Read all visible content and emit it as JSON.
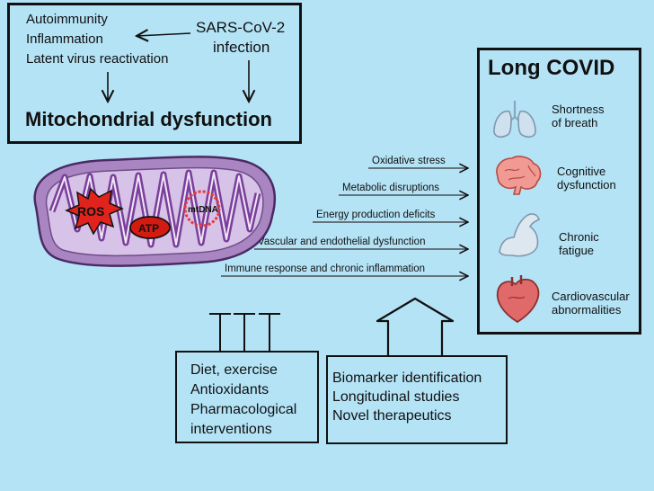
{
  "top_box": {
    "causes": [
      "Autoimmunity",
      "Inflammation",
      "Latent virus reactivation"
    ],
    "infection_line1": "SARS-CoV-2",
    "infection_line2": "infection",
    "title": "Mitochondrial dysfunction"
  },
  "mito": {
    "ros": "ROS",
    "atp": "ATP",
    "mtdna": "mtDNA"
  },
  "mechanisms": [
    "Oxidative stress",
    "Metabolic disruptions",
    "Energy production deficits",
    "Vascular and endothelial dysfunction",
    "Immune response and chronic inflammation"
  ],
  "long_covid": {
    "title": "Long COVID",
    "symptoms": [
      {
        "line1": "Shortness",
        "line2": "of breath",
        "icon": "lungs-icon"
      },
      {
        "line1": "Cognitive",
        "line2": "dysfunction",
        "icon": "brain-icon"
      },
      {
        "line1": "Chronic",
        "line2": "fatigue",
        "icon": "arm-muscle-icon"
      },
      {
        "line1": "Cardiovascular",
        "line2": "abnormalities",
        "icon": "heart-icon"
      }
    ]
  },
  "interventions": [
    "Diet, exercise",
    "Antioxidants",
    "Pharmacological",
    "interventions"
  ],
  "research": [
    "Biomarker identification",
    "Longitudinal studies",
    "Novel therapeutics"
  ],
  "colors": {
    "background": "#b4e3f6",
    "mito_outer": "#9e7fb4",
    "mito_inner": "#cdb6df",
    "mito_matrix": "#7a3f9c",
    "ros": "#e0231c",
    "atp": "#d41b12",
    "mtdna": "#e8383a"
  }
}
